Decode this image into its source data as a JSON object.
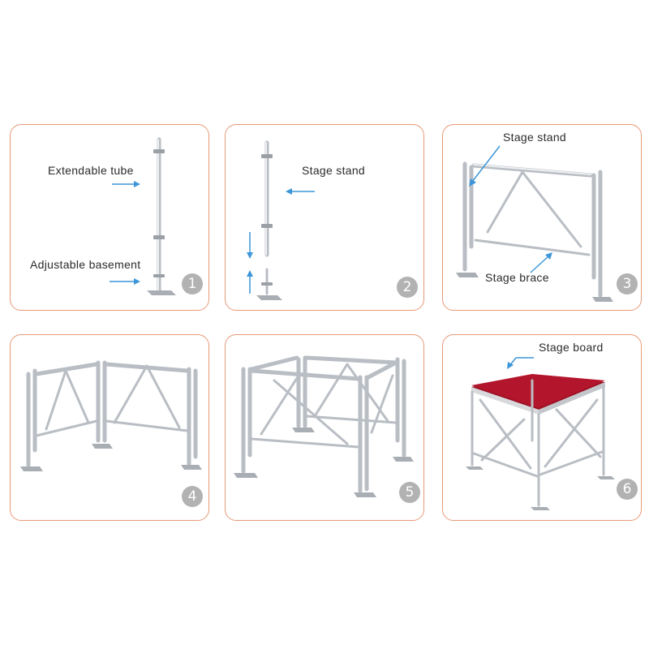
{
  "panels": [
    {
      "step": "1",
      "labels": [
        "Extendable tube",
        "Adjustable basement"
      ]
    },
    {
      "step": "2",
      "labels": [
        "Stage stand"
      ]
    },
    {
      "step": "3",
      "labels": [
        "Stage stand",
        "Stage brace"
      ]
    },
    {
      "step": "4",
      "labels": []
    },
    {
      "step": "5",
      "labels": []
    },
    {
      "step": "6",
      "labels": [
        "Stage board"
      ]
    }
  ],
  "colors": {
    "panel_border": "#e79a78",
    "arrow": "#3d96d8",
    "metal": "#b9bec4",
    "stage_top": "#b3162c",
    "badge": "#b2b2b2"
  }
}
